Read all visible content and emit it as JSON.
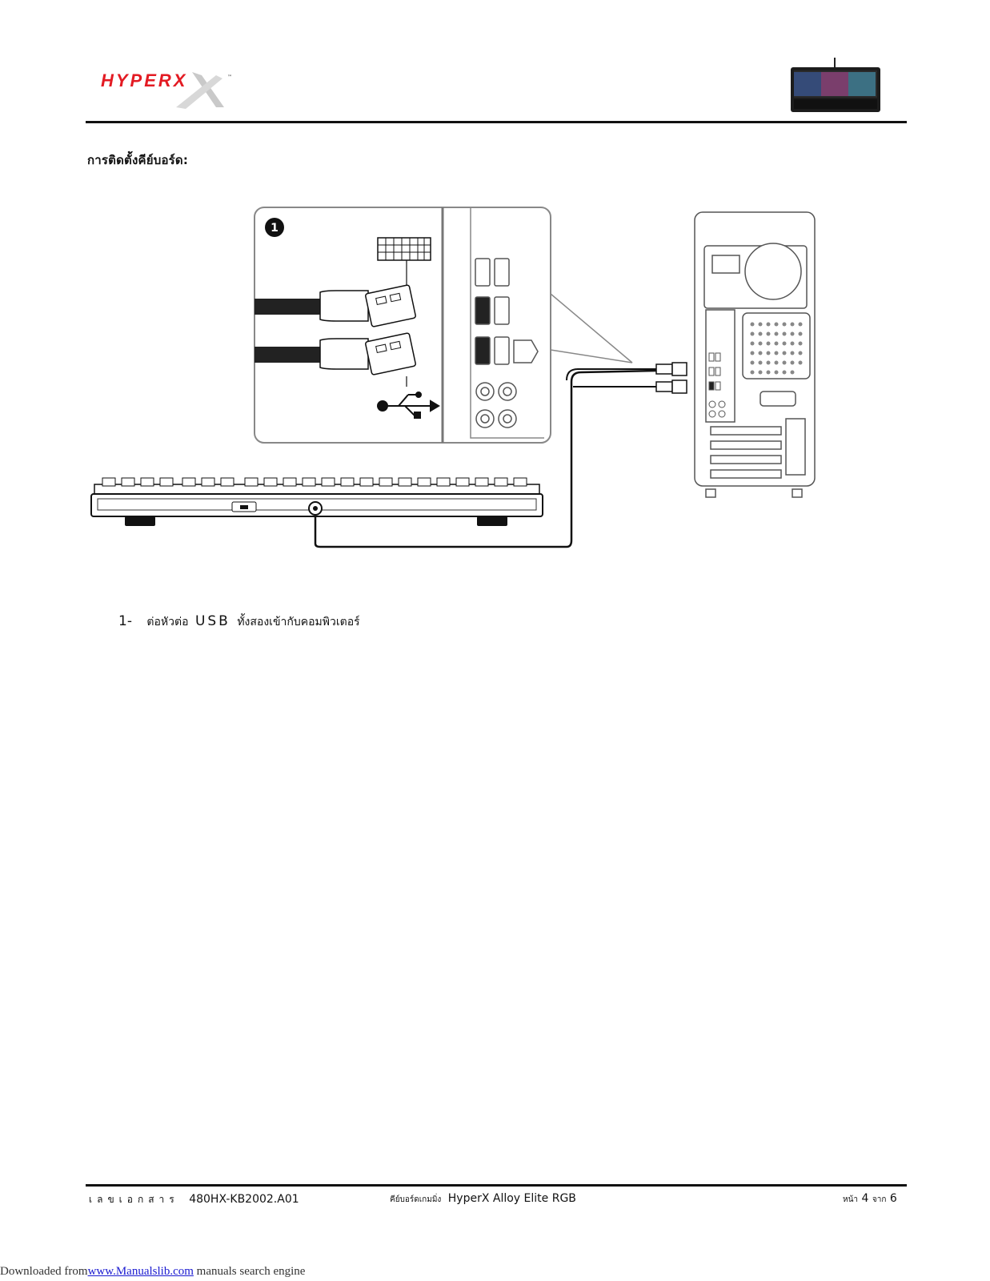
{
  "header": {
    "logo_text": "HYPERX",
    "logo_tm": "™",
    "brand_color": "#e31b23"
  },
  "section_heading": "การติดตั้งคีย์บอร์ด:",
  "diagram": {
    "callout_number": "1"
  },
  "steps": [
    {
      "number": "1-",
      "text_before": "ต่อหัวต่อ",
      "usb": "USB",
      "text_after": "ทั้งสองเข้ากับคอมพิวเตอร์"
    }
  ],
  "footer": {
    "doc_label": "เลขเอกสาร",
    "doc_number": "480HX-KB2002.A01",
    "product_prefix": "คีย์บอร์ดเกมมิ่ง",
    "product_name": "HyperX Alloy Elite RGB",
    "page_label": "หน้า",
    "page_current": "4",
    "page_of": "จาก",
    "page_total": "6"
  },
  "download_note": {
    "prefix": "Downloaded from",
    "link": "www.Manualslib.com",
    "suffix": "manuals search engine"
  }
}
